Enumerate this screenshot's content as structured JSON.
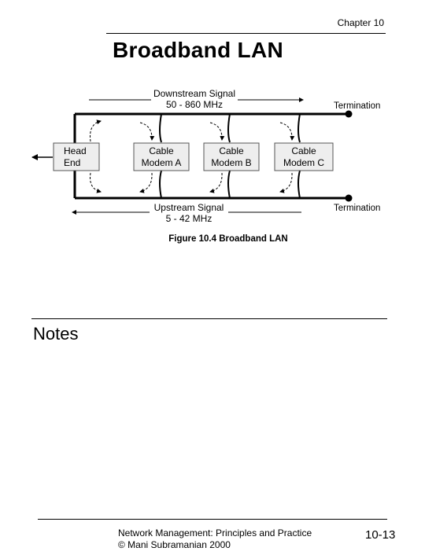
{
  "header": {
    "chapter": "Chapter 10",
    "title": "Broadband LAN"
  },
  "figure": {
    "downstream_label": "Downstream Signal",
    "downstream_freq": "50 - 860 MHz",
    "upstream_label": "Upstream Signal",
    "upstream_freq": "5 - 42 MHz",
    "termination_top": "Termination",
    "termination_bottom": "Termination",
    "head_end": [
      "Head",
      "End"
    ],
    "modem_a": [
      "Cable",
      "Modem A"
    ],
    "modem_b": [
      "Cable",
      "Modem B"
    ],
    "modem_c": [
      "Cable",
      "Modem C"
    ],
    "caption": "Figure 10.4 Broadband LAN"
  },
  "notes": {
    "title": "Notes"
  },
  "footer": {
    "line1": "Network Management: Principles and Practice",
    "line2": "© Mani Subramanian 2000",
    "page_number": "10-13"
  }
}
